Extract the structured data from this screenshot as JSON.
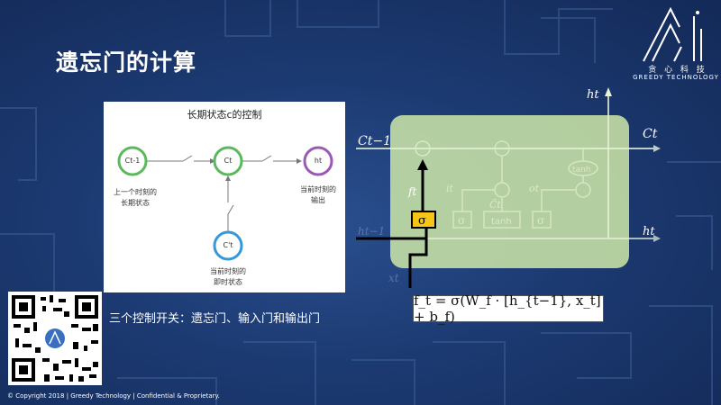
{
  "slide": {
    "title": "遗忘门的计算",
    "logo": {
      "cn": "贪 心 科 技",
      "en": "GREEDY TECHNOLOGY"
    },
    "caption": "三个控制开关：遗忘门、输入门和输出门",
    "footer": "© Copyright 2018 | Greedy Technology | Confidential & Proprietary."
  },
  "panel": {
    "title": "长期状态c的控制",
    "nodes": {
      "c_prev": "Ct-1",
      "c_t": "Ct",
      "h_t": "ht",
      "c_tilde": "C't"
    },
    "labels": {
      "c_prev": [
        "上一个时刻的",
        "长期状态"
      ],
      "h_t": [
        "当前时刻的",
        "输出"
      ],
      "c_tilde": [
        "当前时刻的",
        "即时状态"
      ]
    }
  },
  "lstm_diagram": {
    "labels": {
      "c_prev": "Ct−1",
      "c_t": "Ct",
      "h_top": "ht",
      "h_right": "ht",
      "h_prev": "ht−1",
      "x_t": "xt",
      "f_t": "ft",
      "i_t": "it",
      "c_tilde": "C̃t",
      "o_t": "ot",
      "tanh_top": "tanh",
      "sigma": "σ",
      "tanh_gate": "tanh"
    }
  },
  "formula": "f_t = σ(W_f · [h_{t−1}, x_t] + b_f)",
  "colors": {
    "green_node": "#5cb85c",
    "purple_node": "#9b59b6",
    "blue_node": "#3498db",
    "lstm_fill": "#c8e3a6",
    "gate_highlight": "#f5c518"
  }
}
